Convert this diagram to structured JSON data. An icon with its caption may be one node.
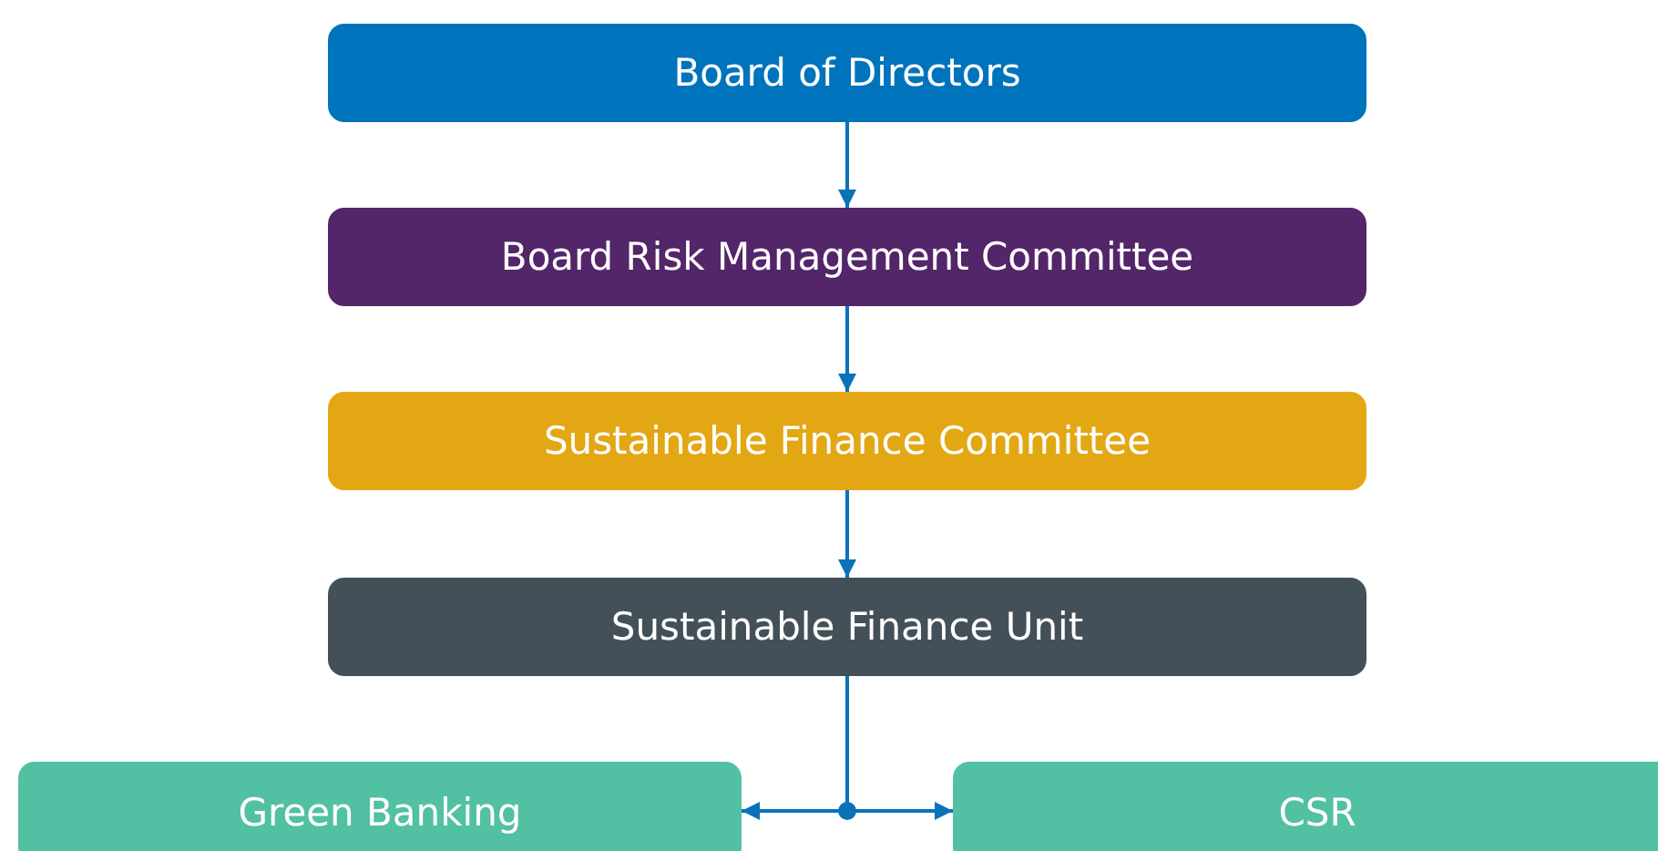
{
  "diagram": {
    "nodes": [
      {
        "text": [
          "Board of Directors"
        ]
      },
      {
        "text": [
          "Board Risk Management Committee"
        ]
      },
      {
        "text": [
          "Sustainable Finance Committee"
        ]
      },
      {
        "text": [
          "Sustainable Finance Unit"
        ]
      },
      {
        "text": [
          "Green Banking"
        ]
      },
      {
        "text": [
          "CSR"
        ]
      }
    ],
    "edges": [
      {
        "from": 0,
        "to": 1,
        "arrow": "to"
      },
      {
        "from": 1,
        "to": 2,
        "arrow": "to"
      },
      {
        "from": 2,
        "to": 3,
        "arrow": "to"
      },
      {
        "from": 3,
        "to": 4,
        "arrow": "to"
      },
      {
        "from": 3,
        "to": 5,
        "arrow": "to"
      }
    ]
  }
}
